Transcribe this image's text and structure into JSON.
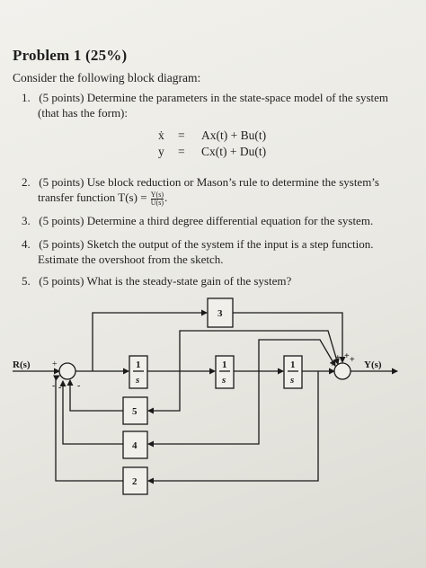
{
  "problem": {
    "title": "Problem 1 (25%)",
    "intro": "Consider the following block diagram:"
  },
  "questions": [
    {
      "num": "1.",
      "line1": "(5 points) Determine the parameters in the state-space model of the system",
      "line2": "(that has the form):"
    },
    {
      "num": "2.",
      "line1": "(5 points) Use block reduction or Mason’s rule to determine the system’s",
      "line2_prefix": "transfer function T(s) =",
      "frac_num": "Y(s)",
      "frac_den": "U(s)",
      "line2_suffix": "."
    },
    {
      "num": "3.",
      "line1": "(5 points) Determine a third degree differential equation for the system."
    },
    {
      "num": "4.",
      "line1": "(5 points) Sketch the output of the system if the input is a step function.",
      "line2": "Estimate the overshoot from the sketch."
    },
    {
      "num": "5.",
      "line1": "(5 points) What is the steady-state gain of the system?"
    }
  ],
  "equations": [
    {
      "lhs": "ẋ",
      "eq": "=",
      "rhs": "Ax(t) + Bu(t)"
    },
    {
      "lhs": "y",
      "eq": "=",
      "rhs": "Cx(t) + Du(t)"
    }
  ],
  "diagram": {
    "input_label": "R(s)",
    "output_label": "Y(s)",
    "integrator_num": "1",
    "integrator_den": "s",
    "gain_top": "3",
    "gain_a": "5",
    "gain_b": "4",
    "gain_c": "2",
    "sum1_plus": "+",
    "sum1_minus": "-",
    "sum2_plus": "+"
  }
}
